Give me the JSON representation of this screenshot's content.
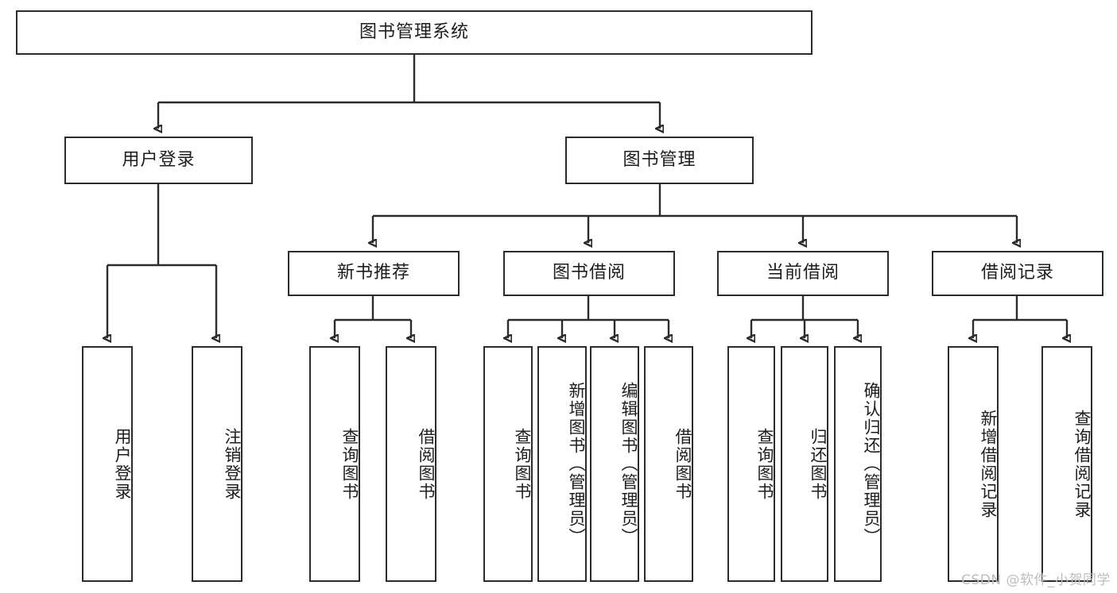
{
  "diagram": {
    "title": "图书管理系统",
    "type": "hierarchy-tree",
    "watermark": "CSDN @软件_小贺同学",
    "colors": {
      "stroke": "#2b2b2b",
      "background": "#ffffff",
      "text": "#1d1d1d",
      "watermark": "#bdbdbd"
    },
    "root": {
      "label": "图书管理系统"
    },
    "level2": [
      {
        "label": "用户登录"
      },
      {
        "label": "图书管理"
      }
    ],
    "level3": [
      {
        "label": "新书推荐"
      },
      {
        "label": "图书借阅"
      },
      {
        "label": "当前借阅"
      },
      {
        "label": "借阅记录"
      }
    ],
    "leaves": {
      "user_login": [
        {
          "label": "用户登录"
        },
        {
          "label": "注销登录"
        }
      ],
      "new_book_recommend": [
        {
          "label": "查询图书"
        },
        {
          "label": "借阅图书"
        }
      ],
      "book_borrow": [
        {
          "label": "查询图书"
        },
        {
          "label": "新增图书（管理员）"
        },
        {
          "label": "编辑图书（管理员）"
        },
        {
          "label": "借阅图书"
        }
      ],
      "current_borrow": [
        {
          "label": "查询图书"
        },
        {
          "label": "归还图书"
        },
        {
          "label": "确认归还（管理员）"
        }
      ],
      "borrow_record": [
        {
          "label": "新增借阅记录"
        },
        {
          "label": "查询借阅记录"
        }
      ]
    }
  }
}
